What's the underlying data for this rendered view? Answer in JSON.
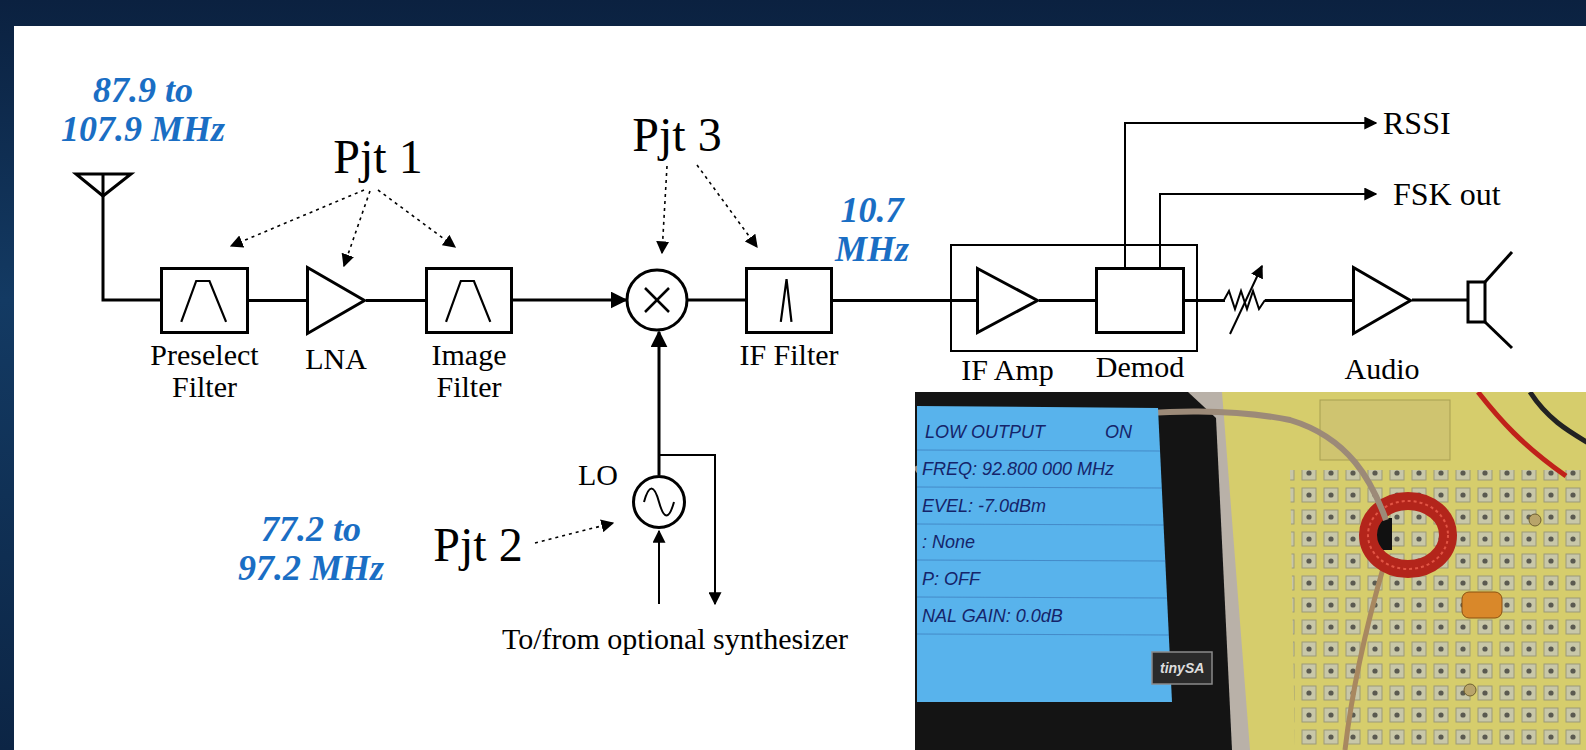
{
  "diagram": {
    "nodes": [
      {
        "text": [
          "Preselect Filter"
        ]
      },
      {
        "text": [
          "LNA"
        ]
      },
      {
        "text": [
          "Image Filter"
        ]
      },
      {
        "text": [
          "LO"
        ]
      },
      {
        "text": [
          "IF Filter"
        ]
      },
      {
        "text": [
          "IF Amp"
        ]
      },
      {
        "text": [
          "Demod"
        ]
      },
      {
        "text": [
          "Audio"
        ]
      }
    ],
    "edges": [
      {
        "from": 0,
        "to": 1,
        "arrow": "none"
      },
      {
        "from": 1,
        "to": 2,
        "arrow": "none"
      },
      {
        "from": 4,
        "to": 5,
        "arrow": "none"
      },
      {
        "from": 5,
        "to": 6,
        "arrow": "none"
      },
      {
        "from": 6,
        "to": 7,
        "arrow": "none"
      }
    ],
    "labels": [
      "87.9 to 107.9 MHz",
      "Pjt 1",
      "Pjt 3",
      "10.7 MHz",
      "RSSI",
      "FSK out",
      "77.2 to 97.2 MHz",
      "Pjt 2",
      "To/from optional synthesizer",
      "LOW OUTPUT",
      "ON",
      "FREQ: 92.800 000 MHz",
      "EVEL: -7.0dBm",
      ": None",
      "P: OFF",
      "NAL GAIN: 0.0dB",
      "tinySA"
    ]
  }
}
